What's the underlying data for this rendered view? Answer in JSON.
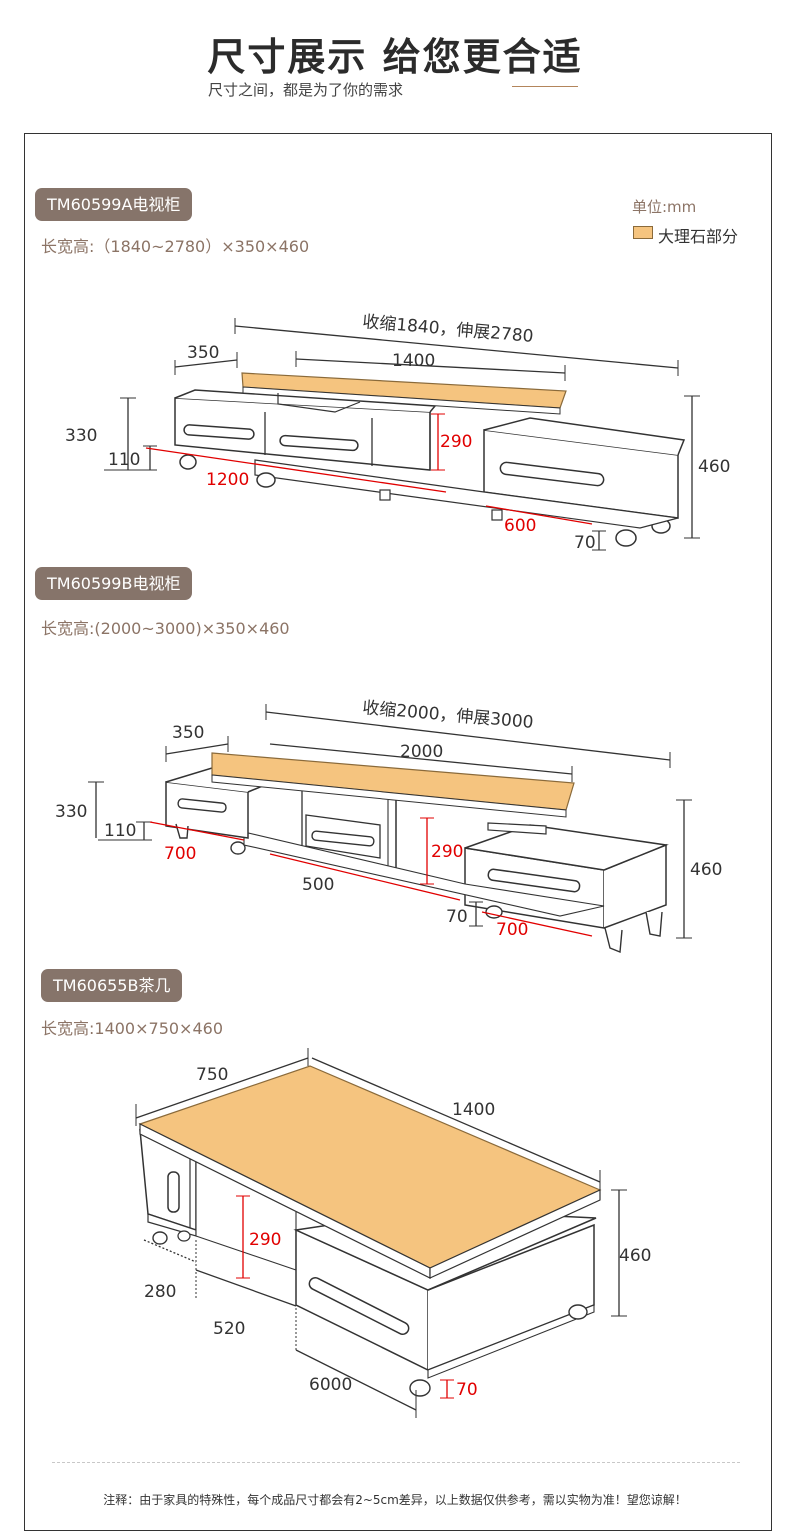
{
  "header": {
    "title": "尺寸展示 给您更合适",
    "subtitle": "尺寸之间，都是为了你的需求"
  },
  "legend": {
    "unit": "单位:mm",
    "marble_label": "大理石部分",
    "marble_color": "#f5c47f",
    "dimension_color": "#e10000"
  },
  "products": [
    {
      "tag": "TM60599A电视柜",
      "spec": "长宽高:（1840~2780）×350×460",
      "dims": {
        "length": "收缩1840，伸展2780",
        "top": "1400",
        "depth": "350",
        "height_left": "330",
        "leg": "110",
        "inner": "290",
        "base_left": "1200",
        "base_right": "600",
        "height_right": "460",
        "foot": "70"
      }
    },
    {
      "tag": "TM60599B电视柜",
      "spec": "长宽高:(2000~3000)×350×460",
      "dims": {
        "length": "收缩2000，伸展3000",
        "top": "2000",
        "depth": "350",
        "height_left": "330",
        "leg": "110",
        "base_left": "700",
        "inner": "290",
        "base_mid": "500",
        "height_right": "460",
        "foot": "70",
        "base_right": "700"
      }
    },
    {
      "tag": "TM60655B茶几",
      "spec": "长宽高:1400×750×460",
      "dims": {
        "width": "750",
        "length": "1400",
        "inner": "290",
        "height": "460",
        "side": "280",
        "mid": "520",
        "base": "6000",
        "foot": "70"
      }
    }
  ],
  "footer": {
    "note": "注释：由于家具的特殊性，每个成品尺寸都会有2~5cm差异，以上数据仅供参考，需以实物为准！望您谅解！"
  }
}
